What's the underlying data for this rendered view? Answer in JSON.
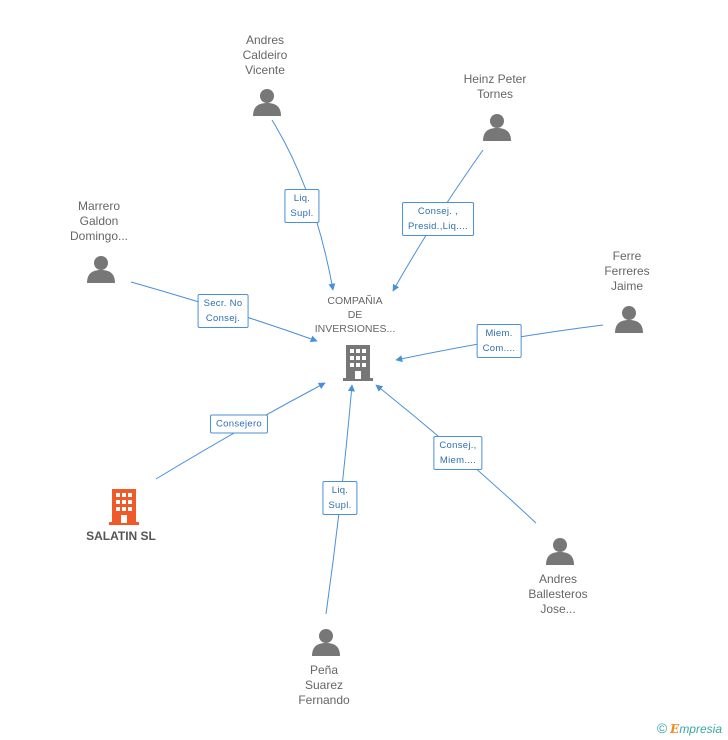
{
  "center": {
    "label": "COMPAÑIA\nDE\nINVERSIONES..."
  },
  "nodes": [
    {
      "id": "andres-caldeiro",
      "label": "Andres\nCaldeiro\nVicente",
      "kind": "person"
    },
    {
      "id": "heinz-peter",
      "label": "Heinz Peter\nTornes",
      "kind": "person"
    },
    {
      "id": "marrero-galdon",
      "label": "Marrero\nGaldon\nDomingo...",
      "kind": "person"
    },
    {
      "id": "ferre-ferreres",
      "label": "Ferre\nFerreres\nJaime",
      "kind": "person"
    },
    {
      "id": "salatin-sl",
      "label": "SALATIN SL",
      "kind": "company"
    },
    {
      "id": "andres-ballesteros",
      "label": "Andres\nBallesteros\nJose...",
      "kind": "person"
    },
    {
      "id": "pena-suarez",
      "label": "Peña\nSuarez\nFernando",
      "kind": "person"
    }
  ],
  "edges": [
    {
      "from": "andres-caldeiro",
      "label": "Liq.\nSupl."
    },
    {
      "from": "heinz-peter",
      "label": "Consej. ,\nPresid.,Liq...."
    },
    {
      "from": "marrero-galdon",
      "label": "Secr.  No\nConsej."
    },
    {
      "from": "ferre-ferreres",
      "label": "Miem.\nCom...."
    },
    {
      "from": "salatin-sl",
      "label": "Consejero"
    },
    {
      "from": "andres-ballesteros",
      "label": "Consej.,\nMiem...."
    },
    {
      "from": "pena-suarez",
      "label": "Liq.\nSupl."
    }
  ],
  "colors": {
    "edge": "#4a90d9",
    "person_icon": "#777777",
    "center_icon": "#777777",
    "company_icon": "#f05a28"
  },
  "brand": {
    "copyright_symbol": "©",
    "initial": "E",
    "rest": "mpresia"
  }
}
